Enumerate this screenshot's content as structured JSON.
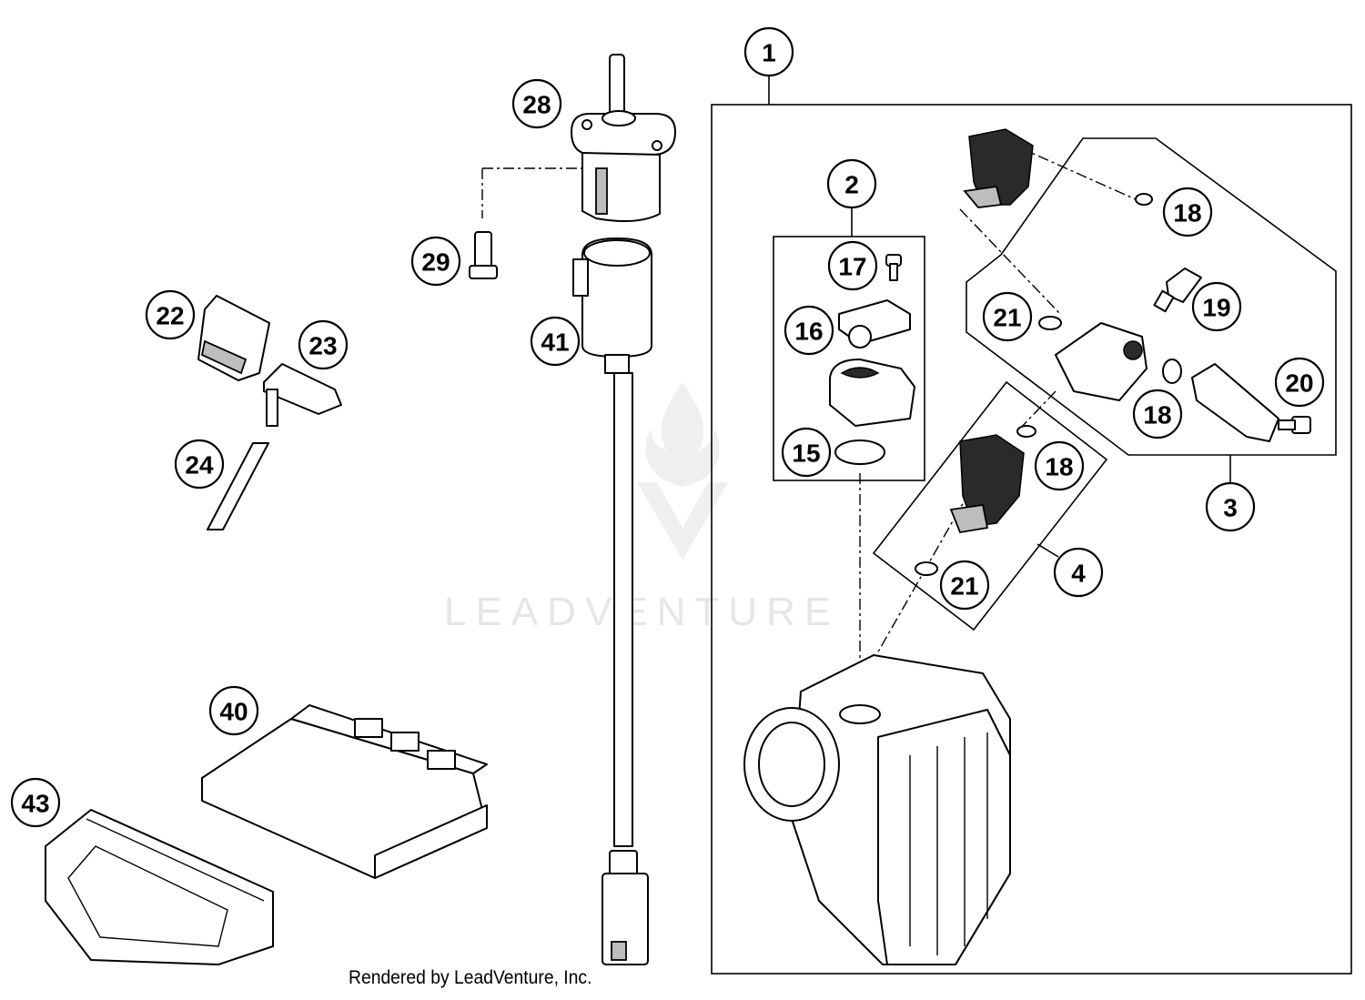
{
  "diagram": {
    "callouts": [
      {
        "id": "c1",
        "label": "1"
      },
      {
        "id": "c2",
        "label": "2"
      },
      {
        "id": "c3",
        "label": "3"
      },
      {
        "id": "c4",
        "label": "4"
      },
      {
        "id": "c15",
        "label": "15"
      },
      {
        "id": "c16",
        "label": "16"
      },
      {
        "id": "c17",
        "label": "17"
      },
      {
        "id": "c18a",
        "label": "18"
      },
      {
        "id": "c18b",
        "label": "18"
      },
      {
        "id": "c18c",
        "label": "18"
      },
      {
        "id": "c19",
        "label": "19"
      },
      {
        "id": "c20",
        "label": "20"
      },
      {
        "id": "c21a",
        "label": "21"
      },
      {
        "id": "c21b",
        "label": "21"
      },
      {
        "id": "c22",
        "label": "22"
      },
      {
        "id": "c23",
        "label": "23"
      },
      {
        "id": "c24",
        "label": "24"
      },
      {
        "id": "c28",
        "label": "28"
      },
      {
        "id": "c29",
        "label": "29"
      },
      {
        "id": "c40",
        "label": "40"
      },
      {
        "id": "c41",
        "label": "41"
      },
      {
        "id": "c43",
        "label": "43"
      }
    ]
  },
  "footer": {
    "text": "Rendered by LeadVenture, Inc."
  },
  "watermark": {
    "text": "LEADVENTURE"
  }
}
